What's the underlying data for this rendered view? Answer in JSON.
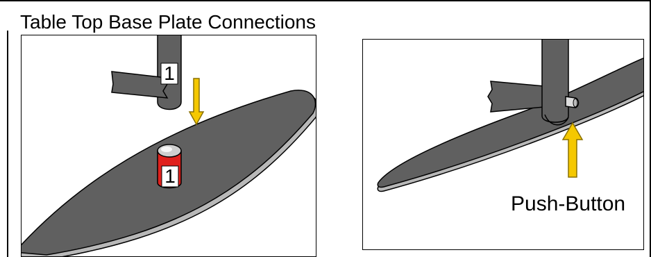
{
  "title": "Table Top Base Plate Connections",
  "left_panel": {
    "leg_label": "1",
    "connector_label": "1"
  },
  "right_panel": {
    "push_button_label": "Push-Button"
  },
  "colors": {
    "plate_dark": "#606060",
    "plate_edge": "#b8b8b8",
    "outline": "#000000",
    "arrow_fill": "#f5c800",
    "arrow_stroke": "#8a7000",
    "connector_red": "#e0201c",
    "connector_top": "#cfcfcf"
  },
  "icons": {
    "arrow": "down-arrow-icon",
    "push_arrow": "up-arrow-icon"
  }
}
